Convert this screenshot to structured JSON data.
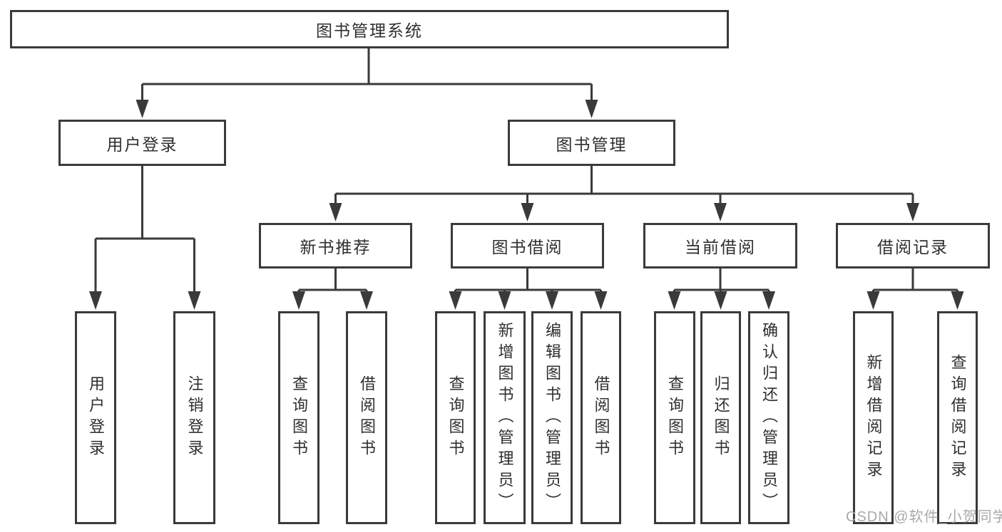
{
  "diagram": {
    "type": "hierarchy-tree",
    "nodes": {
      "root": "图书管理系统",
      "user_login": "用户登录",
      "book_management": "图书管理",
      "login": "用户登录",
      "logout": "注销登录",
      "new_book_rec": "新书推荐",
      "book_borrow": "图书借阅",
      "current_borrow": "当前借阅",
      "borrow_records": "借阅记录",
      "nbr_query_book": "查询图书",
      "nbr_borrow_book": "借阅图书",
      "bb_query_book": "查询图书",
      "bb_add_book": "新增图书（管理员）",
      "bb_edit_book": "编辑图书（管理员）",
      "bb_borrow_book": "借阅图书",
      "cb_query_book": "查询图书",
      "cb_return_book": "归还图书",
      "cb_confirm_return": "确认归还（管理员）",
      "br_add_record": "新增借阅记录",
      "br_query_record": "查询借阅记录"
    },
    "hierarchy": {
      "图书管理系统": [
        "用户登录",
        "图书管理"
      ],
      "用户登录": [
        "用户登录",
        "注销登录"
      ],
      "图书管理": [
        "新书推荐",
        "图书借阅",
        "当前借阅",
        "借阅记录"
      ],
      "新书推荐": [
        "查询图书",
        "借阅图书"
      ],
      "图书借阅": [
        "查询图书",
        "新增图书（管理员）",
        "编辑图书（管理员）",
        "借阅图书"
      ],
      "当前借阅": [
        "查询图书",
        "归还图书",
        "确认归还（管理员）"
      ],
      "借阅记录": [
        "新增借阅记录",
        "查询借阅记录"
      ]
    },
    "colors": {
      "stroke": "#3a3a3a",
      "text": "#2f2f2f",
      "background": "#ffffff",
      "watermark": "#a9a9a9"
    }
  },
  "watermark": "CSDN @软件_小贺同学"
}
